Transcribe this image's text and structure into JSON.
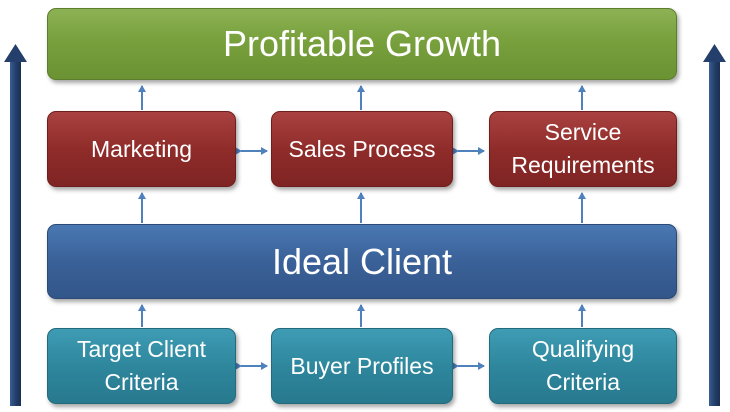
{
  "top": {
    "label": "Profitable Growth"
  },
  "middle_row": {
    "marketing": "Marketing",
    "sales": "Sales Process",
    "service": [
      "Service",
      "Requirements"
    ]
  },
  "center": {
    "label": "Ideal Client"
  },
  "bottom_row": {
    "target": [
      "Target Client",
      "Criteria"
    ],
    "buyer": "Buyer Profiles",
    "qualifying": [
      "Qualifying",
      "Criteria"
    ]
  },
  "colors": {
    "top_box": "#78a03c",
    "middle_boxes": "#8f2c2a",
    "center_box": "#3a6198",
    "bottom_boxes": "#2e879d",
    "connector_arrows": "#4f81bd",
    "side_arrows": "#1f3864"
  }
}
